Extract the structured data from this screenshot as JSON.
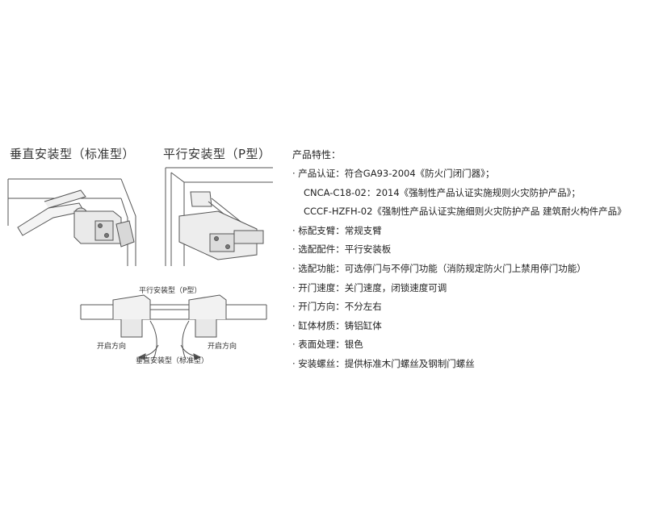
{
  "left_diagram": {
    "vertical_title": "垂直安装型（标准型）",
    "parallel_title": "平行安装型（P型）",
    "bottom": {
      "top_label": "平行安装型（P型）",
      "left_direction": "开启方向",
      "right_direction": "开启方向",
      "bottom_label": "垂直安装型（标准型）"
    }
  },
  "specs": {
    "title": "产品特性：",
    "items": [
      {
        "text": "· 产品认证：符合GA93-2004《防火门闭门器》；",
        "cont": false
      },
      {
        "text": "CNCA-C18-02：2014《强制性产品认证实施规则火灾防护产品》；",
        "cont": true
      },
      {
        "text": "CCCF-HZFH-02《强制性产品认证实施细则火灾防护产品 建筑耐火构件产品》",
        "cont": true
      },
      {
        "text": "· 标配支臂：常规支臂",
        "cont": false
      },
      {
        "text": "· 选配配件：平行安装板",
        "cont": false
      },
      {
        "text": "· 选配功能：可选停门与不停门功能（消防规定防火门上禁用停门功能）",
        "cont": false
      },
      {
        "text": "· 开门速度：关门速度，闭锁速度可调",
        "cont": false
      },
      {
        "text": "· 开门方向：不分左右",
        "cont": false
      },
      {
        "text": "· 缸体材质：铸铝缸体",
        "cont": false
      },
      {
        "text": "· 表面处理：银色",
        "cont": false
      },
      {
        "text": "· 安装螺丝：提供标准木门螺丝及钢制门螺丝",
        "cont": false
      }
    ]
  }
}
